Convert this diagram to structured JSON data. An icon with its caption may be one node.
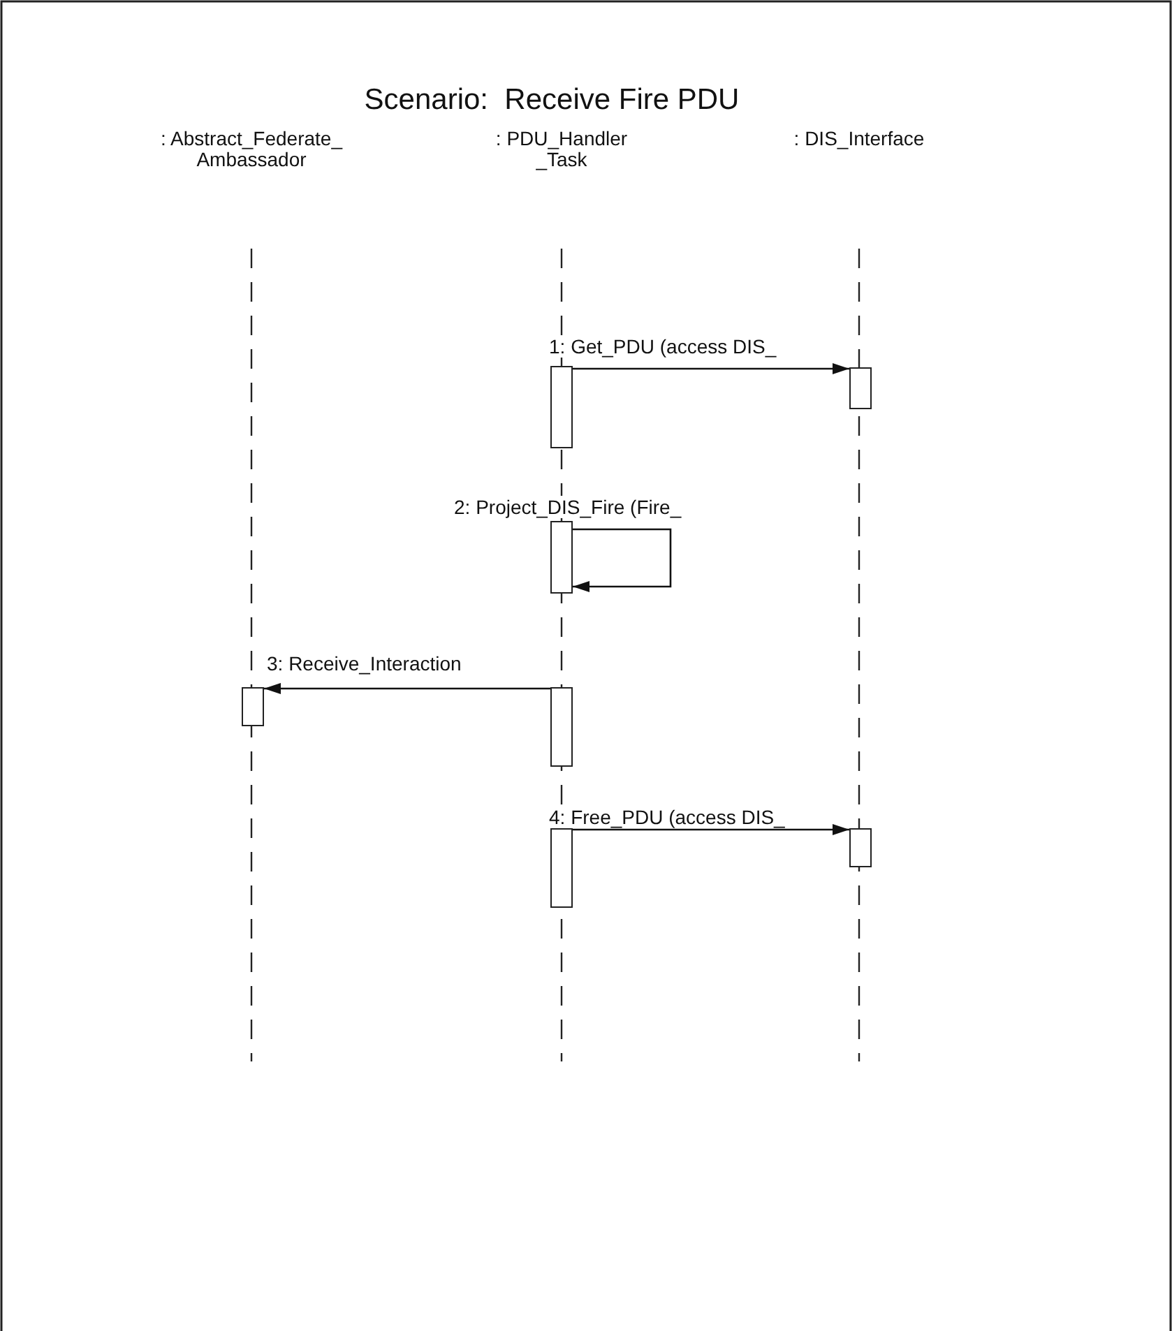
{
  "diagram": {
    "title": "Scenario:  Receive Fire PDU",
    "nodes": [
      {
        "text": [
          ": Abstract_Federate_ Ambassador"
        ]
      },
      {
        "text": [
          ": PDU_Handler _Task"
        ]
      },
      {
        "text": [
          ": DIS_Interface"
        ]
      },
      {
        "text": [],
        "shape": "box"
      },
      {
        "text": [],
        "shape": "box"
      },
      {
        "text": [],
        "shape": "box"
      },
      {
        "text": [],
        "shape": "box"
      },
      {
        "text": [],
        "shape": "box"
      },
      {
        "text": [],
        "shape": "box"
      },
      {
        "text": [],
        "shape": "box"
      }
    ],
    "edges": [
      {
        "from": 3,
        "to": 4,
        "arrow": "to",
        "label": "1: Get_PDU (access DIS_"
      },
      {
        "from": 5,
        "to": 5,
        "arrow": "to",
        "label": "2: Project_DIS_Fire (Fire_"
      },
      {
        "from": 7,
        "to": 6,
        "arrow": "to",
        "label": "3: Receive_Interaction"
      },
      {
        "from": 8,
        "to": 9,
        "arrow": "to",
        "label": "4: Free_PDU (access DIS_"
      }
    ]
  }
}
